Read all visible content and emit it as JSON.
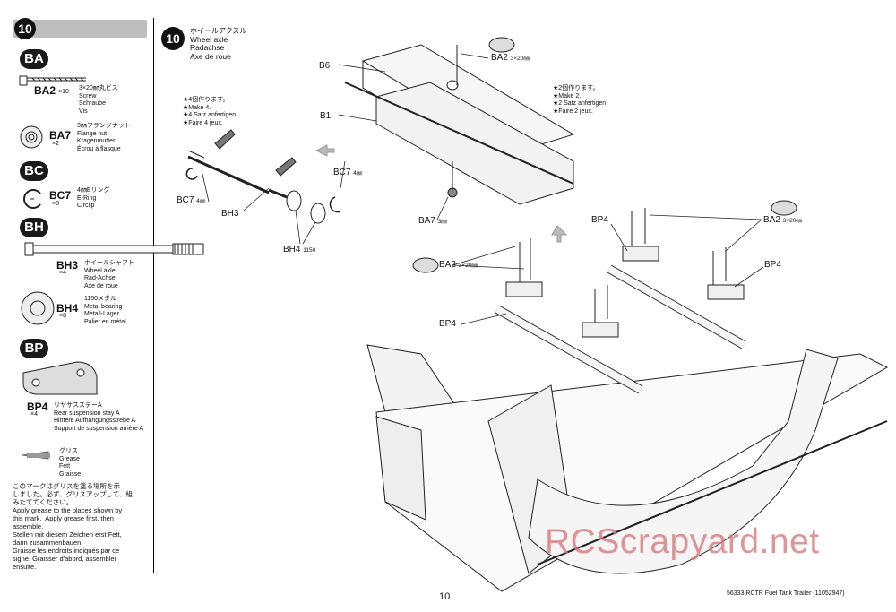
{
  "sidebar": {
    "step_number": "10",
    "groups": [
      {
        "code": "BA",
        "parts": [
          {
            "code": "BA2",
            "qty": "×10",
            "desc": "3×20㎜丸ビス\nScrew\nSchraube\nVis"
          },
          {
            "code": "BA7",
            "qty": "×2",
            "desc": "3㎜フランジナット\nFlange nut\nKragenmutter\nÉcrou à flasque"
          }
        ]
      },
      {
        "code": "BC",
        "parts": [
          {
            "code": "BC7",
            "qty": "×8",
            "desc": "4㎜Eリング\nE-Ring\nCirclip"
          }
        ]
      },
      {
        "code": "BH",
        "parts": [
          {
            "code": "BH3",
            "qty": "×4",
            "desc": "ホイールシャフト\nWheel axle\nRad-Achse\nAxe de roue"
          },
          {
            "code": "BH4",
            "qty": "×8",
            "desc": "1150メタル\nMetal bearing\nMetall-Lager\nPalier en métal"
          }
        ]
      },
      {
        "code": "BP",
        "parts": [
          {
            "code": "BP4",
            "qty": "×4",
            "desc": "リヤサスステーA\nRear suspension stay A\nHintere Aufhängungsstrebe A\nSupport de suspension arrière A"
          }
        ]
      }
    ],
    "grease_label": "グリス\nGrease\nFett\nGraisse",
    "grease_instructions": "このマークはグリスを塗る場所を示\nしました。必ず、グリスアップして、組\nみたててください。\nApply grease to the places shown by\nthis mark.  Apply grease first, then\nassemble.\nStellen mit diesem Zeichen erst Fett,\ndann zusammenbauen.\nGraisse les endroits indiqués par ce\nsigne. Graisser d'abord, assembler\nensuite."
  },
  "main": {
    "step_number": "10",
    "title_lines": [
      "ホイールアクスル",
      "Wheel axle",
      "Radachse",
      "Axe de roue"
    ],
    "note_make4": [
      "★4個作ります。",
      "★Make 4.",
      "★4 Satz anfertigen.",
      "★Faire 4 jeux."
    ],
    "note_make2": [
      "★2個作ります。",
      "★Make 2.",
      "★2 Satz anfertigen.",
      "★Faire 2 jeux."
    ],
    "labels": {
      "b6": "B6",
      "b1": "B1",
      "ba2": "BA2",
      "ba2_size": "3×20㎜",
      "ba7": "BA7",
      "ba7_size": "3㎜",
      "bc7": "BC7",
      "bc7_size": "4㎜",
      "bh3": "BH3",
      "bh4": "BH4",
      "bh4_size": "1150",
      "bp4": "BP4"
    }
  },
  "footer": {
    "page_number": "10",
    "product": "56333  RCTR Fuel Tank Trailer (11052947)"
  },
  "watermark": "RCScrapyard.net"
}
